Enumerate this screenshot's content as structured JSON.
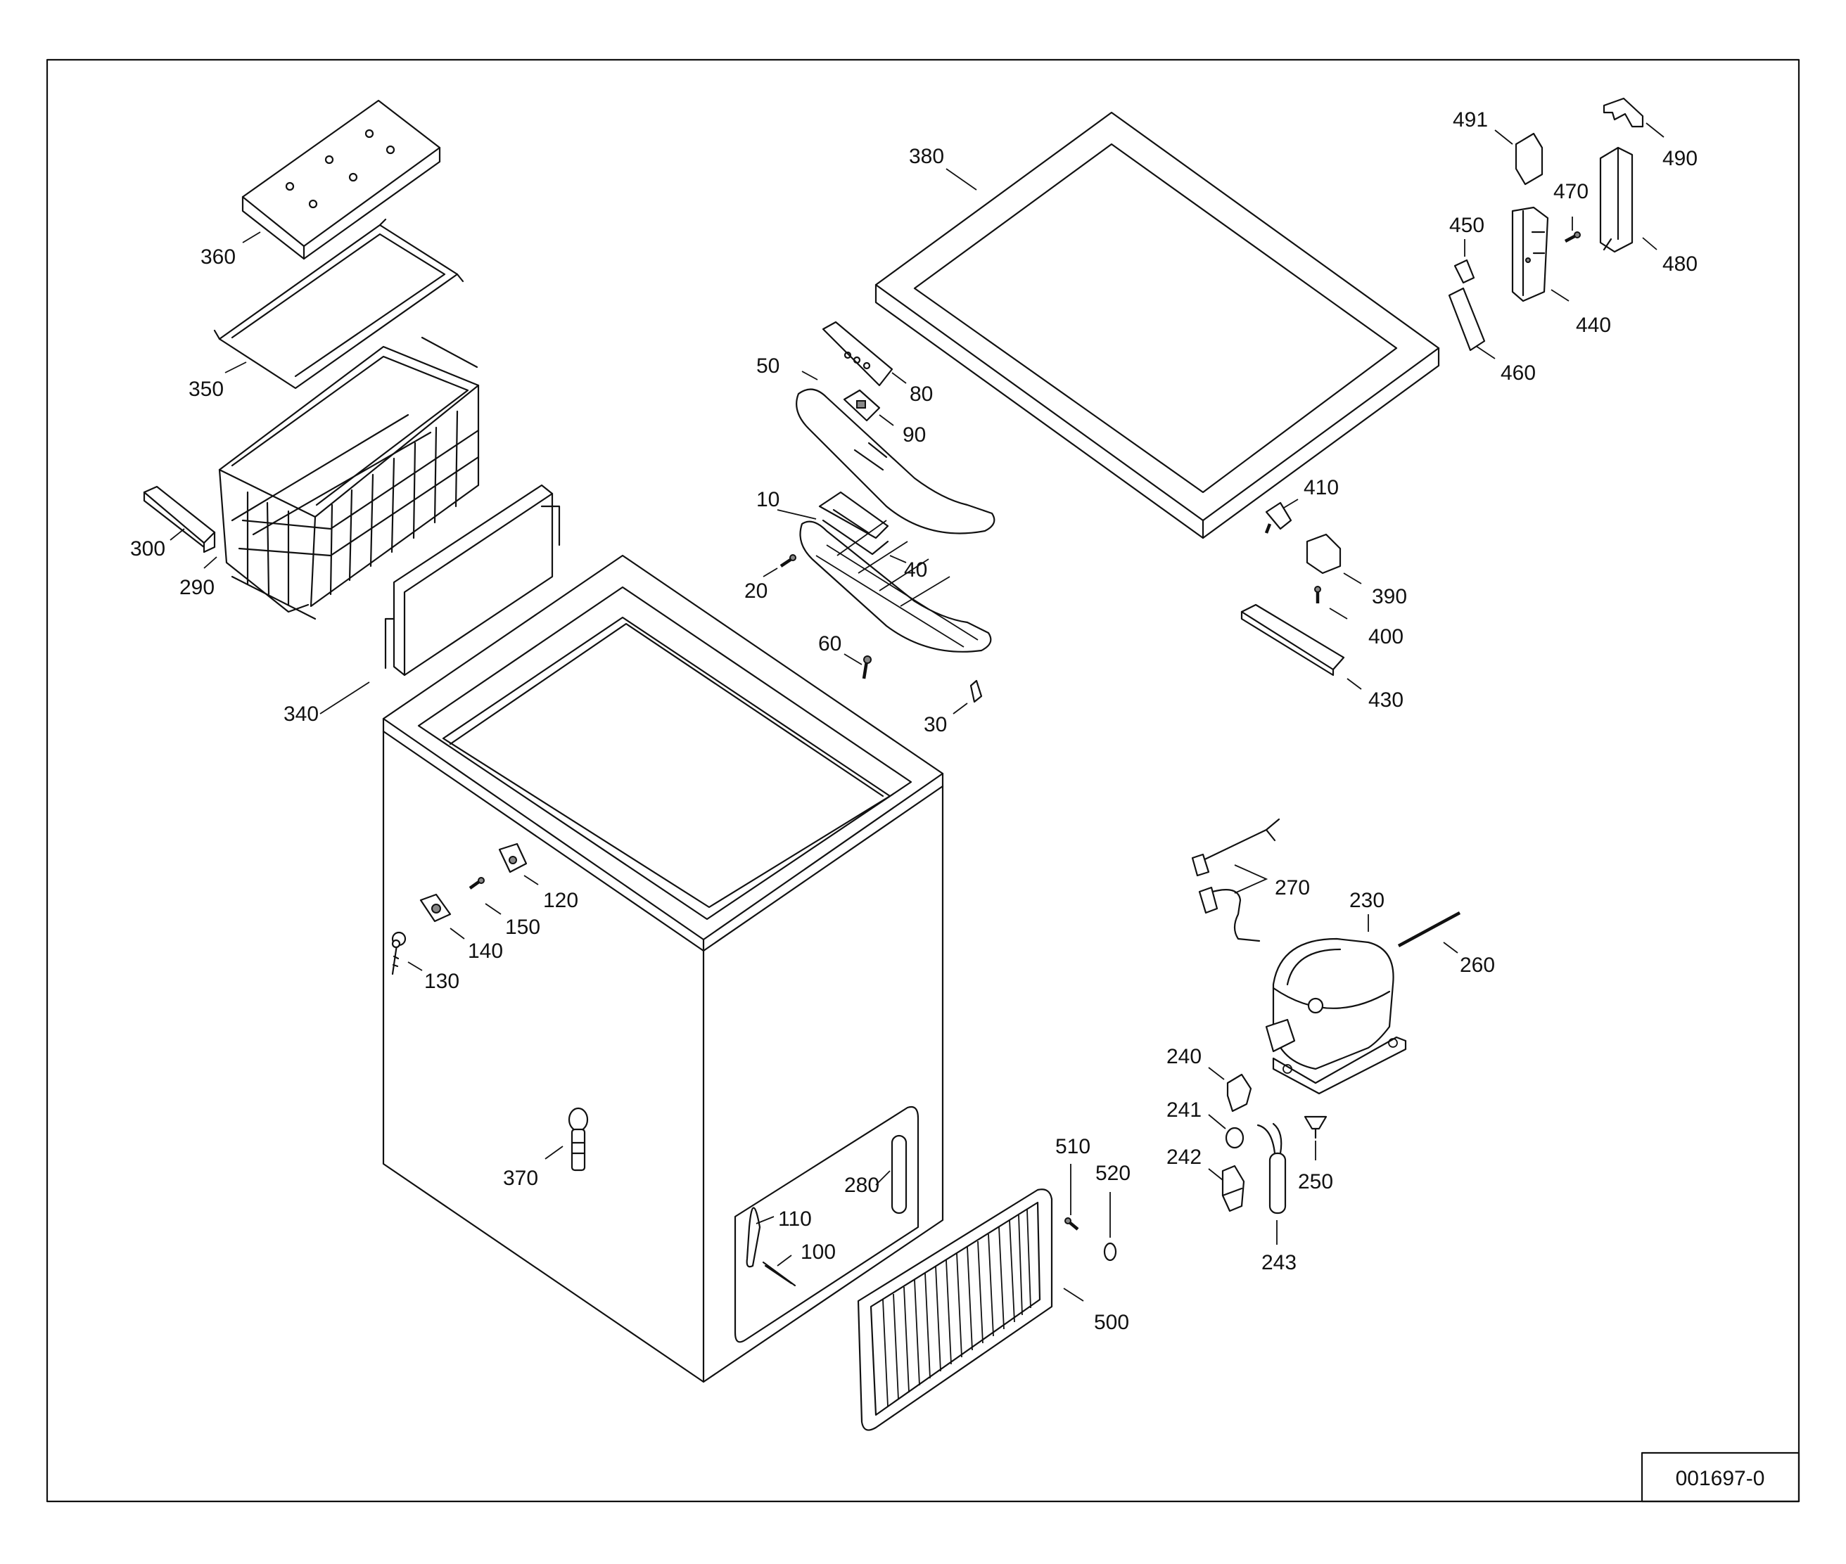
{
  "drawing_number": "001697-0",
  "labels": {
    "p10": "10",
    "p20": "20",
    "p30": "30",
    "p40": "40",
    "p50": "50",
    "p60": "60",
    "p80": "80",
    "p90": "90",
    "p100": "100",
    "p110": "110",
    "p120": "120",
    "p130": "130",
    "p140": "140",
    "p150": "150",
    "p230": "230",
    "p240": "240",
    "p241": "241",
    "p242": "242",
    "p243": "243",
    "p250": "250",
    "p260": "260",
    "p270": "270",
    "p280": "280",
    "p290": "290",
    "p300": "300",
    "p340": "340",
    "p350": "350",
    "p360": "360",
    "p370": "370",
    "p380": "380",
    "p390": "390",
    "p400": "400",
    "p410": "410",
    "p430": "430",
    "p440": "440",
    "p450": "450",
    "p460": "460",
    "p470": "470",
    "p480": "480",
    "p490": "490",
    "p491": "491",
    "p500": "500",
    "p510": "510",
    "p520": "520"
  }
}
